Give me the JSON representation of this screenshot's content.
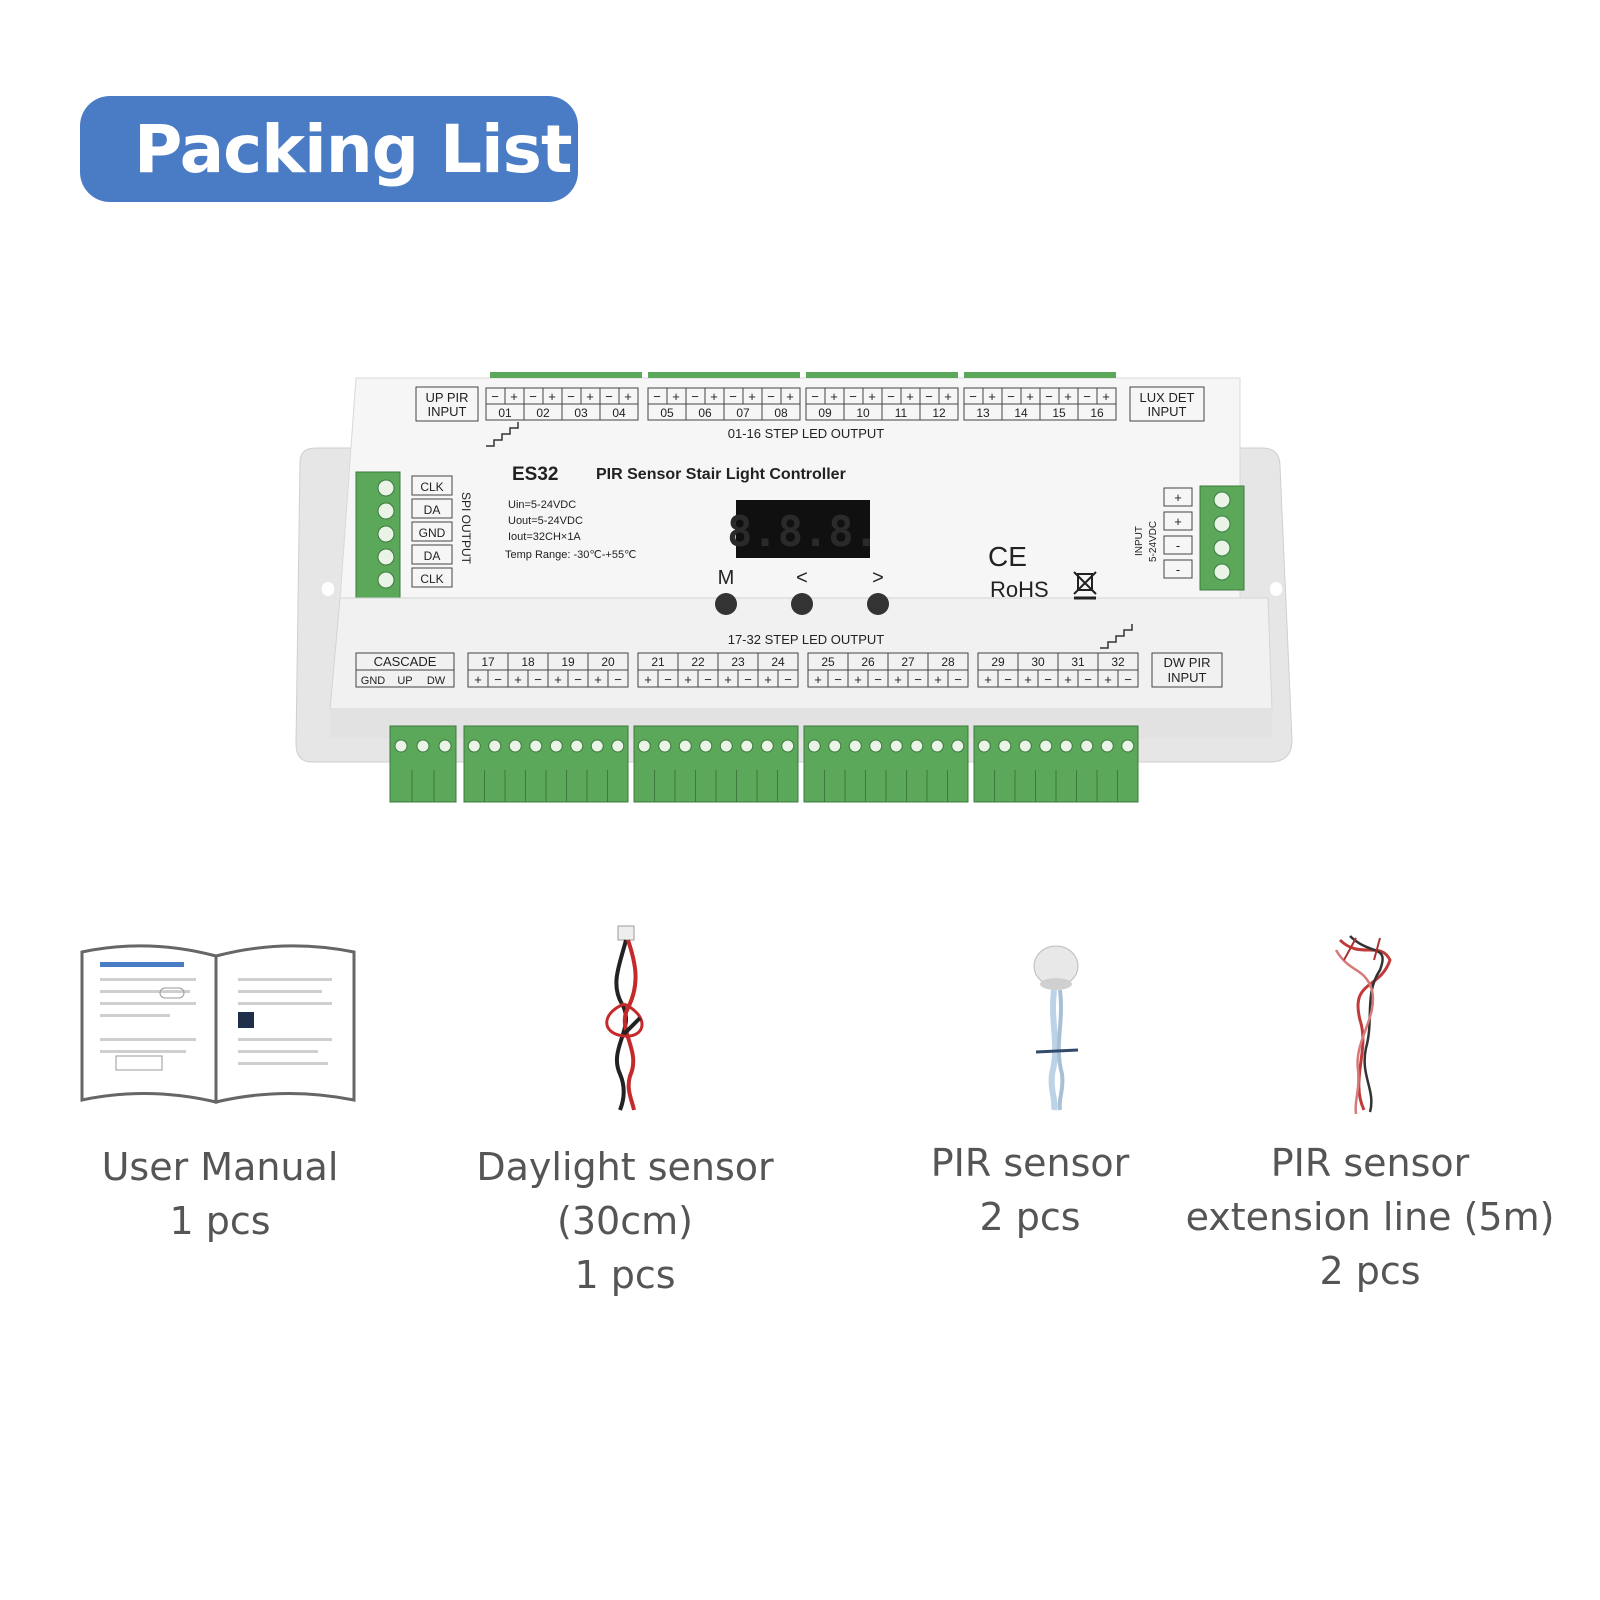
{
  "header": {
    "title": "Packing List"
  },
  "device": {
    "model": "ES32",
    "name": "PIR Sensor Stair Light Controller",
    "specs": [
      "Uin=5-24VDC",
      "Uout=5-24VDC",
      "Iout=32CH×1A",
      "Temp Range: -30℃-+55℃"
    ],
    "top_output_label": "01-16 STEP LED OUTPUT",
    "bottom_output_label": "17-32 STEP LED OUTPUT",
    "up_pir": [
      "UP PIR",
      "INPUT"
    ],
    "dw_pir": [
      "DW PIR",
      "INPUT"
    ],
    "lux_det": [
      "LUX DET",
      "INPUT"
    ],
    "cascade": "CASCADE",
    "cascade_pins": [
      "GND",
      "UP",
      "DW"
    ],
    "spi_label": "SPI OUTPUT",
    "spi_pins": [
      "CLK",
      "DA",
      "GND",
      "DA",
      "CLK"
    ],
    "input_label": "INPUT",
    "input_voltage": "5-24VDC",
    "input_pins": [
      "+",
      "+",
      "-",
      "-"
    ],
    "display": "8.8.8.",
    "buttons": [
      "M",
      "<",
      ">"
    ],
    "ce": "CE",
    "rohs": "RoHS",
    "top_channels": [
      "01",
      "02",
      "03",
      "04",
      "05",
      "06",
      "07",
      "08",
      "09",
      "10",
      "11",
      "12",
      "13",
      "14",
      "15",
      "16"
    ],
    "bottom_channels": [
      "17",
      "18",
      "19",
      "20",
      "21",
      "22",
      "23",
      "24",
      "25",
      "26",
      "27",
      "28",
      "29",
      "30",
      "31",
      "32"
    ]
  },
  "items": [
    {
      "lines": [
        "User Manual",
        "1 pcs"
      ],
      "icon": "manual-icon"
    },
    {
      "lines": [
        "Daylight sensor",
        "(30cm)",
        "1 pcs"
      ],
      "icon": "daylight-sensor-icon"
    },
    {
      "lines": [
        "PIR sensor",
        "2 pcs"
      ],
      "icon": "pir-sensor-icon"
    },
    {
      "lines": [
        "PIR sensor",
        "extension line (5m)",
        "2 pcs"
      ],
      "icon": "extension-line-icon"
    }
  ],
  "colors": {
    "banner": "#4a7cc6",
    "terminal_green": "#5ba85a",
    "device_body": "#f4f4f4"
  }
}
